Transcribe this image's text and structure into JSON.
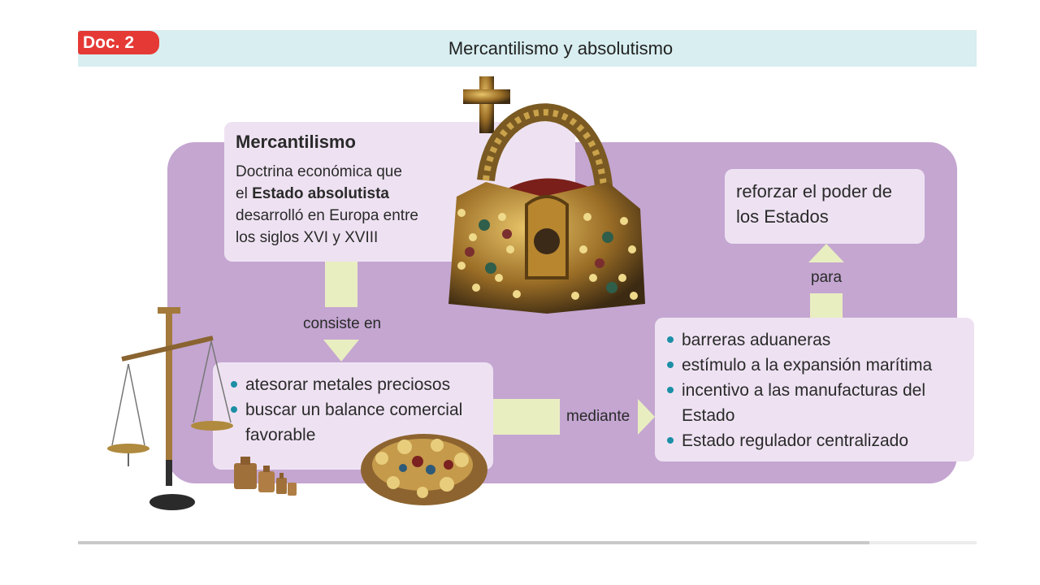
{
  "header": {
    "badge": "Doc. 2",
    "title": "Mercantilismo y absolutismo"
  },
  "mercantilismo": {
    "title": "Mercantilismo",
    "line1": "Doctrina económica que",
    "line2_pre": "el ",
    "line2_bold": "Estado absolutista",
    "line3": "desarrolló en Europa entre",
    "line4": "los siglos XVI y XVIII"
  },
  "connectors": {
    "consiste": "consiste en",
    "mediante": "mediante",
    "para": "para"
  },
  "atesorar": {
    "items": [
      "atesorar metales preciosos",
      "buscar un balance comercial favorable"
    ]
  },
  "medidas": {
    "items": [
      "barreras aduaneras",
      "estímulo a la expansión marítima",
      "incentivo a las manufacturas del Estado",
      "Estado regulador centralizado"
    ]
  },
  "objetivo": {
    "text": "reforzar el poder de los Estados"
  },
  "images": {
    "crown": "crown-image",
    "scale": "balance-scale-image",
    "weights": "weights-image",
    "treasure": "treasure-jewels-image"
  },
  "colors": {
    "panel": "#c4a6d1",
    "box": "#eee2f2",
    "connector": "#e9eec1",
    "bullet": "#1c8fa6",
    "badge": "#e53935",
    "title_bar": "#d8eef0"
  }
}
